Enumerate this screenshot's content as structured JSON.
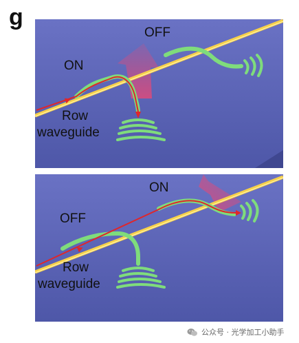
{
  "figure": {
    "panel_label": "g",
    "top_panel": {
      "label_off": "OFF",
      "label_on": "ON",
      "label_row_line1": "Row",
      "label_row_line2": "waveguide"
    },
    "bottom_panel": {
      "label_off": "OFF",
      "label_on": "ON",
      "label_row_line1": "Row",
      "label_row_line2": "waveguide"
    }
  },
  "watermark": {
    "text": "公众号 · 光学加工小助手",
    "icon": "wechat-icon"
  },
  "colors": {
    "background": "#5a64b8",
    "waveguide": "#f2c23a",
    "switch": "#7ddc7a",
    "light_path": "#e0262a",
    "emission": "#d8487a"
  }
}
